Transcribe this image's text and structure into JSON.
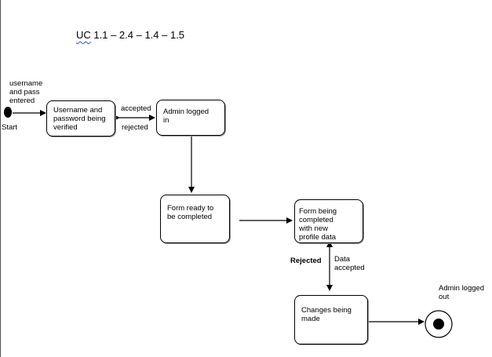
{
  "title": {
    "uc": "UC",
    "rest": " 1.1 – 2.4 – 1.4 – 1.5"
  },
  "labels": {
    "start_note": "username\nand pass\nentered",
    "start": "Start",
    "accepted": "accepted",
    "rejected_lower": "rejected",
    "rejected_bold": "Rejected",
    "data_accepted": "Data\naccepted",
    "end_note": "Admin logged\nout"
  },
  "states": {
    "verifying": "Username and\npassword being\nverified",
    "logged_in": "Admin logged\nin",
    "form_ready": "Form ready to\nbe completed",
    "form_completing": "Form being\ncompleted\nwith new\nprofile data",
    "changes_made": "Changes being\nmade"
  }
}
